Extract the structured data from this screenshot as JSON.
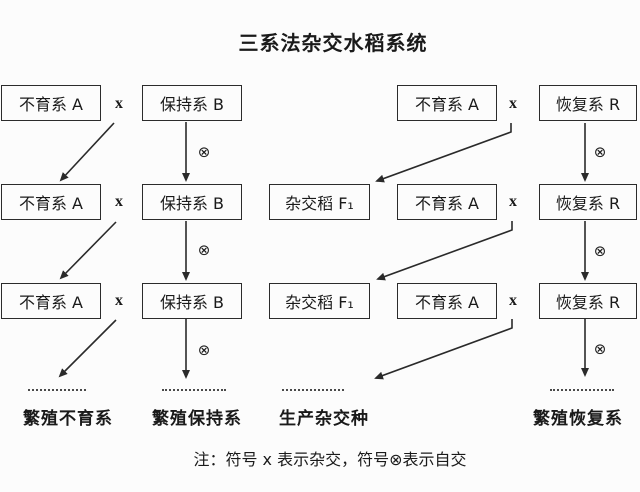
{
  "title": "三系法杂交水稻系统",
  "symbols": {
    "cross": "x",
    "self_pollinate": "⊗"
  },
  "grid": {
    "rows": [
      {
        "cells": [
          "不育系 A",
          "保持系 B",
          "",
          "不育系 A",
          "恢复系 R"
        ]
      },
      {
        "cells": [
          "不育系 A",
          "保持系 B",
          "杂交稻 F₁",
          "不育系 A",
          "恢复系 R"
        ]
      },
      {
        "cells": [
          "不育系 A",
          "保持系 B",
          "杂交稻 F₁",
          "不育系 A",
          "恢复系 R"
        ]
      }
    ]
  },
  "outcomes": [
    "繁殖不育系",
    "繁殖保持系",
    "生产杂交种",
    "繁殖恢复系"
  ],
  "legend_note": "注：符号 x 表示杂交，符号⊗表示自交",
  "colors": {
    "line": "#2a2a2a",
    "text": "#1a1a1a",
    "background": "#fcfcfc"
  }
}
